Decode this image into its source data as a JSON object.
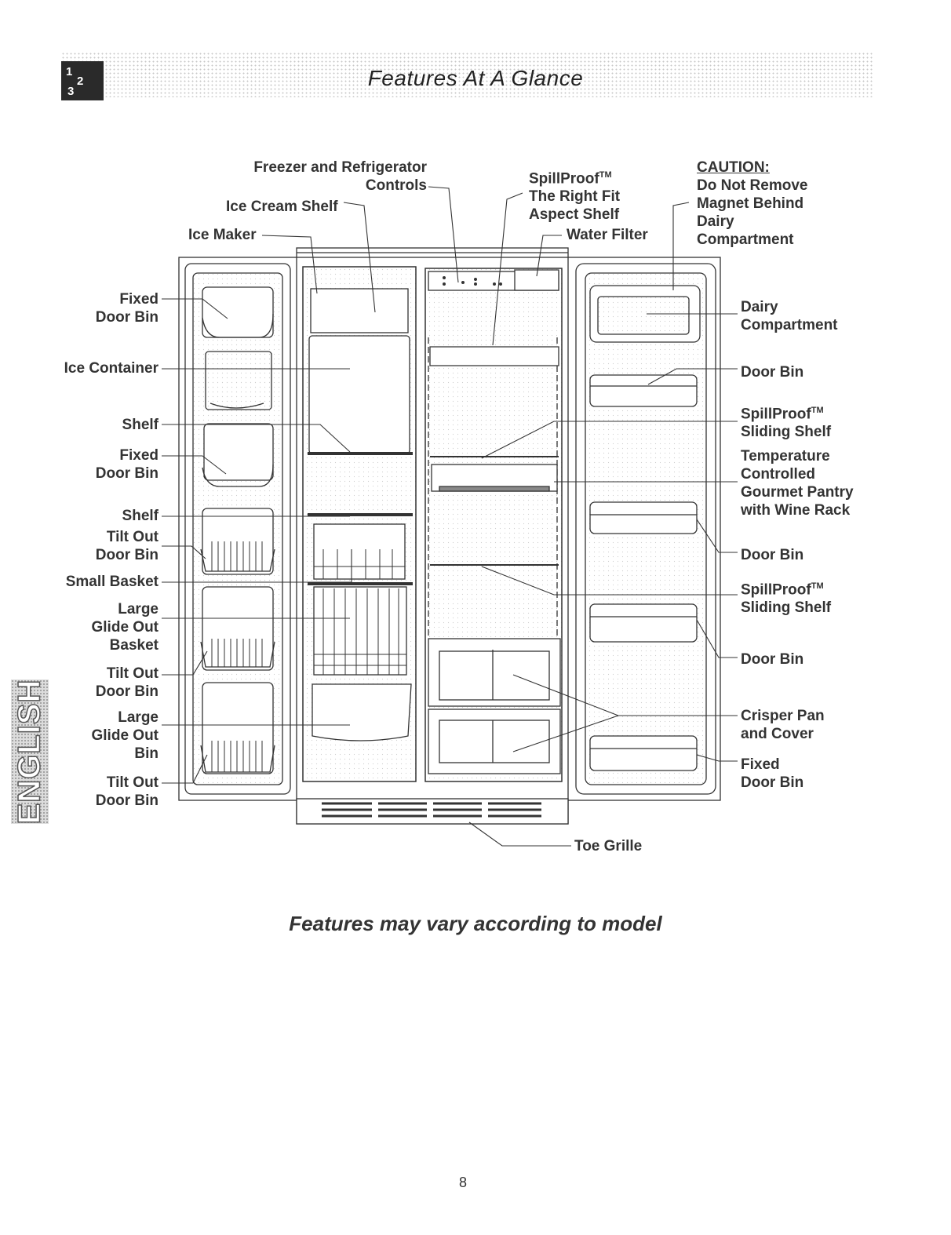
{
  "header": {
    "title": "Features At A Glance",
    "icon_digits": [
      "1",
      "2",
      "3"
    ]
  },
  "side_tab": {
    "text": "ENGLISH"
  },
  "labels": {
    "freezer_controls": "Freezer and Refrigerator",
    "freezer_controls_2": "Controls",
    "ice_cream_shelf": "Ice Cream Shelf",
    "ice_maker": "Ice Maker",
    "spillproof_title": "SpillProof",
    "tm": "TM",
    "right_fit": "The Right Fit",
    "aspect_shelf": "Aspect Shelf",
    "water_filter": "Water Filter",
    "caution_head": "CAUTION:",
    "caution_1": "Do Not Remove",
    "caution_2": "Magnet Behind",
    "caution_3": "Dairy",
    "caution_4": "Compartment",
    "fixed_1": "Fixed",
    "door_bin": "Door Bin",
    "ice_container": "Ice Container",
    "shelf": "Shelf",
    "tilt_out": "Tilt Out",
    "small_basket": "Small Basket",
    "large": "Large",
    "glide_out": "Glide Out",
    "basket": "Basket",
    "bin": "Bin",
    "dairy": "Dairy",
    "compartment": "Compartment",
    "spillproof": "SpillProof",
    "sliding_shelf": "Sliding Shelf",
    "temperature": "Temperature",
    "controlled": "Controlled",
    "gourmet_pantry": "Gourmet Pantry",
    "wine_rack": "with Wine Rack",
    "crisper_pan": "Crisper Pan",
    "and_cover": "and Cover",
    "fixed": "Fixed",
    "toe_grille": "Toe Grille"
  },
  "footnote": "Features may vary according to model",
  "page_number": "8"
}
